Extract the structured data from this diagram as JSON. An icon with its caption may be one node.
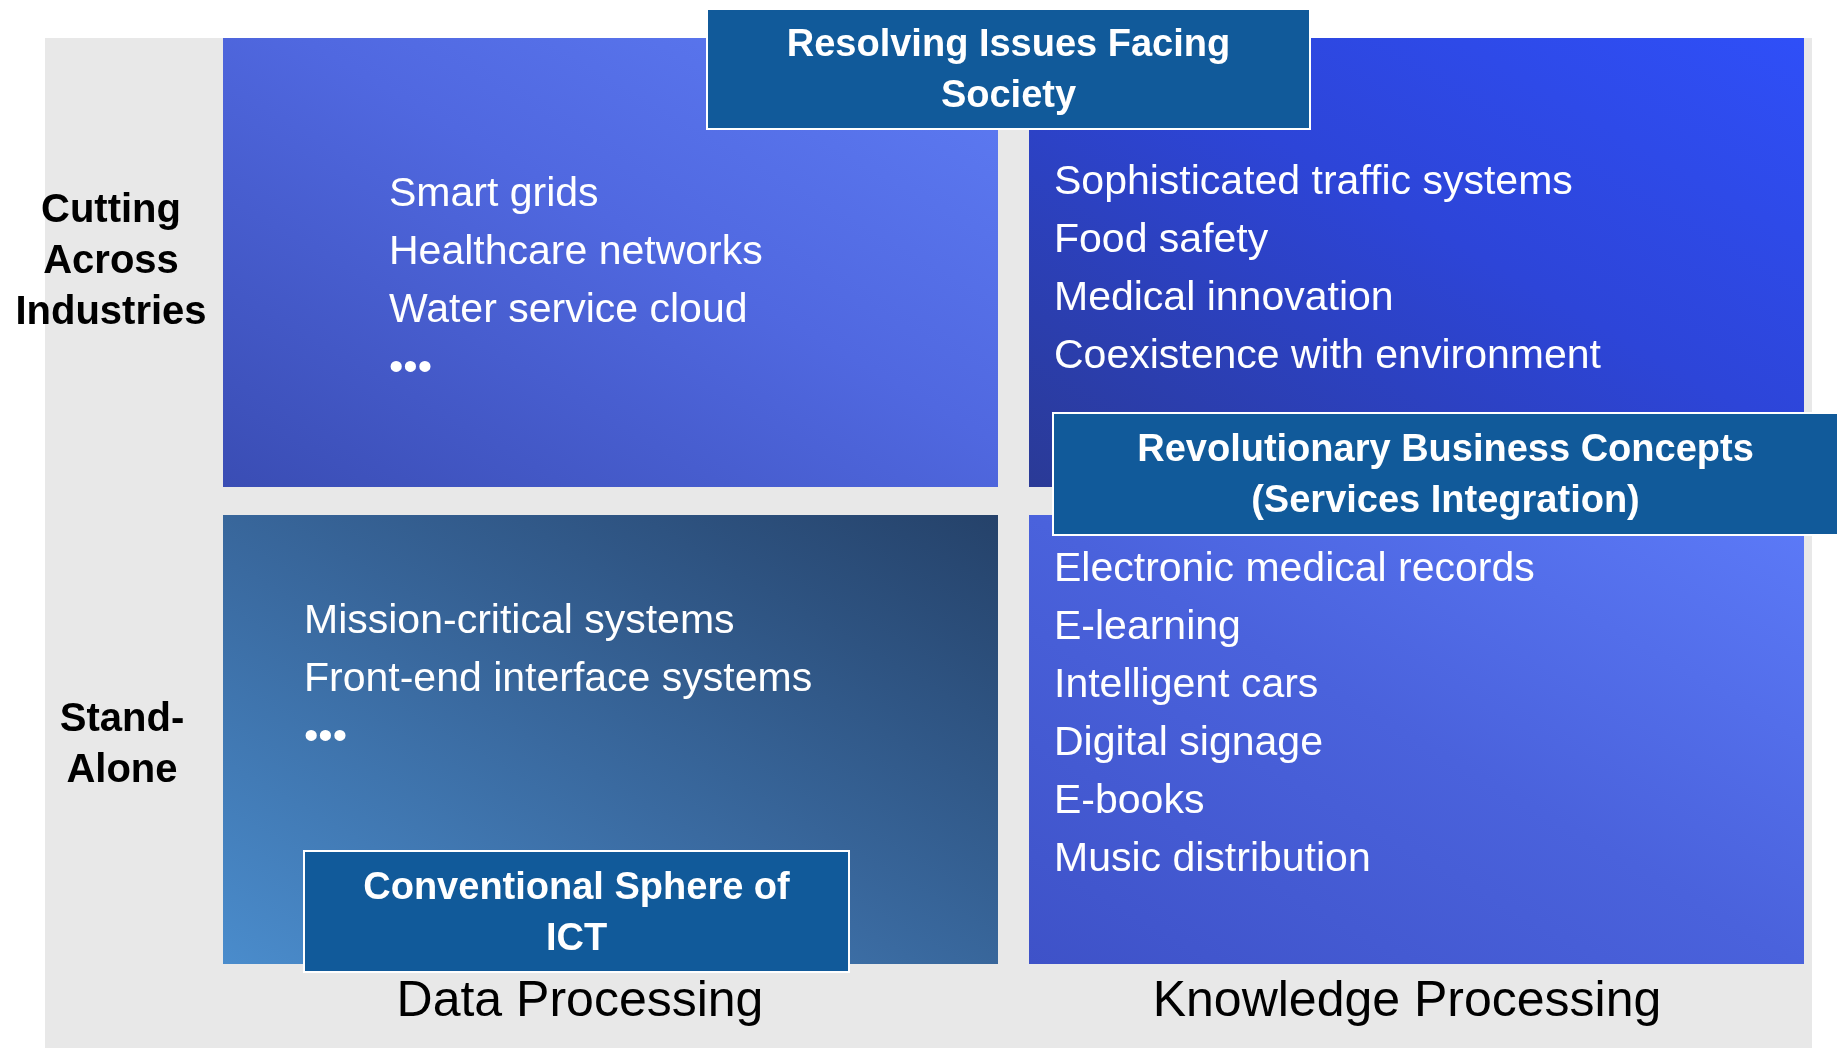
{
  "diagram": {
    "nodes": [
      {
        "text": [
          "Resolving Issues Facing Society"
        ]
      },
      {
        "text": [
          "Smart grids",
          "Healthcare networks",
          "Water service cloud",
          "•••"
        ]
      },
      {
        "text": [
          "Sophisticated traffic systems",
          "Food safety",
          "Medical innovation",
          "Coexistence with environment"
        ]
      },
      {
        "text": [
          "Revolutionary Business Concepts (Services Integration)"
        ]
      },
      {
        "text": [
          "Mission-critical systems",
          "Front-end interface systems",
          "•••"
        ]
      },
      {
        "text": [
          "Conventional Sphere of ICT"
        ]
      },
      {
        "text": [
          "Electronic medical records",
          "E-learning",
          "Intelligent cars",
          "Digital signage",
          "E-books",
          "Music distribution"
        ]
      }
    ],
    "labels": [
      "Cutting Across Industries",
      "Stand-Alone",
      "Data Processing",
      "Knowledge Processing"
    ]
  }
}
